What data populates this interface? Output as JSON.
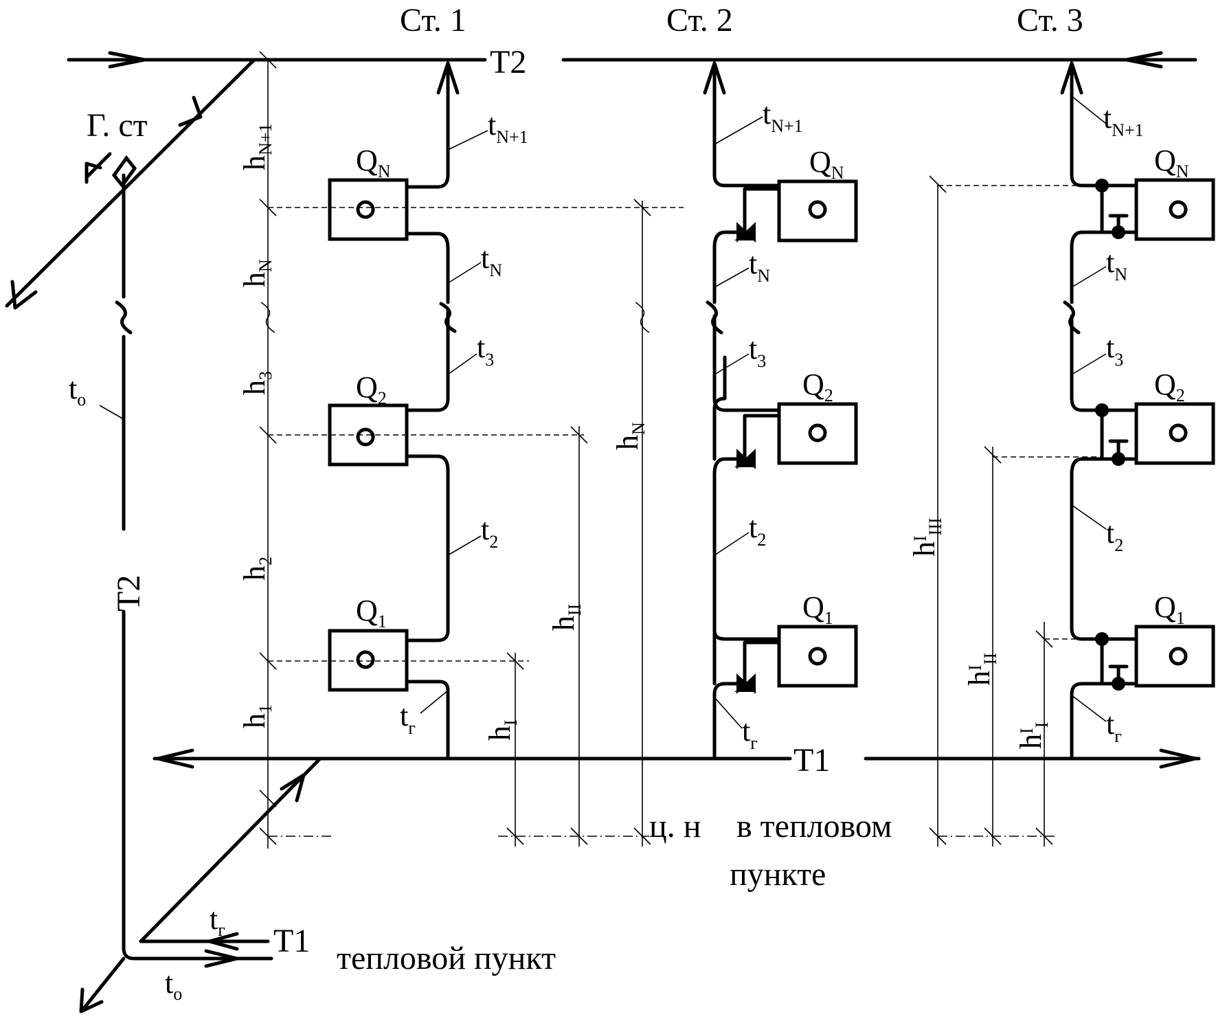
{
  "colors": {
    "ink": "#000000",
    "background": "#ffffff"
  },
  "risers": {
    "st1": "Ст. 1",
    "st2": "Ст. 2",
    "st3": "Ст. 3"
  },
  "mains": {
    "return_label": "Т2",
    "supply_label": "Т1",
    "main_riser_label": "Г. ст"
  },
  "devices": {
    "q1": {
      "base": "Q",
      "sub": "1"
    },
    "q2": {
      "base": "Q",
      "sub": "2"
    },
    "qn": {
      "base": "Q",
      "sub": "N"
    }
  },
  "temperatures": {
    "t_nplus1": {
      "base": "t",
      "sub": "N+1"
    },
    "t_n": {
      "base": "t",
      "sub": "N"
    },
    "t_3": {
      "base": "t",
      "sub": "3"
    },
    "t_2": {
      "base": "t",
      "sub": "2"
    },
    "t_g": {
      "base": "t",
      "sub": "г"
    },
    "t_o": {
      "base": "t",
      "sub": "o"
    }
  },
  "heights": {
    "h1": {
      "base": "h",
      "sub": "1"
    },
    "h2": {
      "base": "h",
      "sub": "2"
    },
    "h3": {
      "base": "h",
      "sub": "3"
    },
    "hN": {
      "base": "h",
      "sub": "N"
    },
    "hN1": {
      "base": "h",
      "sub": "N+1"
    },
    "hI": {
      "base": "h",
      "sub": "I"
    },
    "hII": {
      "base": "h",
      "sub": "II"
    },
    "hN_total": {
      "base": "h",
      "sub": "N"
    },
    "hpI": {
      "base": "h",
      "sup": "I",
      "sub": "I"
    },
    "hpII": {
      "base": "h",
      "sup": "I",
      "sub": "II"
    },
    "hpIII": {
      "base": "h",
      "sup": "I",
      "sub": "III"
    }
  },
  "annotations": {
    "center_line": "ц. н",
    "center_line_rest": "в тепловом",
    "center_line_rest2": "пункте",
    "heat_point": "тепловой пункт"
  },
  "icons": [
    "arrow-icon",
    "valve-icon",
    "three-way-valve-icon",
    "heater-icon",
    "break-mark-icon",
    "shutoff-valve-icon"
  ]
}
